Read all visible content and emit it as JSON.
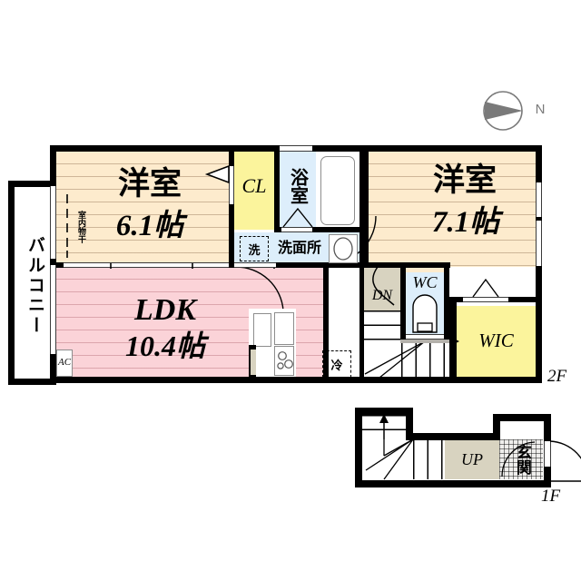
{
  "compass": {
    "label": "N",
    "icon": "compass-arrow-icon",
    "direction": "right"
  },
  "floors": [
    {
      "id": "2f",
      "label": "2F",
      "rooms": [
        {
          "name": "western-room-left",
          "label": "洋室",
          "size": "6.1帖",
          "type": "bedroom",
          "color": "#fdebcd"
        },
        {
          "name": "western-room-right",
          "label": "洋室",
          "size": "7.1帖",
          "type": "bedroom",
          "color": "#fdebcd"
        },
        {
          "name": "ldk",
          "label": "LDK",
          "size": "10.4帖",
          "type": "living-dining-kitchen",
          "color": "#fbd3d8"
        },
        {
          "name": "balcony",
          "label": "バルコニー",
          "type": "balcony",
          "color": "#ffffff"
        },
        {
          "name": "closet",
          "label": "CL",
          "type": "closet",
          "color": "#fbf49c"
        },
        {
          "name": "bathroom",
          "label": "浴室",
          "type": "bath",
          "color": "#ddeefb"
        },
        {
          "name": "washroom",
          "label": "洗面所",
          "type": "washroom",
          "color": "#ddeefb"
        },
        {
          "name": "washer-space",
          "label": "洗",
          "type": "washer",
          "color": "#ddeefb"
        },
        {
          "name": "toilet",
          "label": "WC",
          "type": "toilet",
          "color": "#ddeefb"
        },
        {
          "name": "walk-in-closet",
          "label": "WIC",
          "type": "walk-in-closet",
          "color": "#fbf49c"
        },
        {
          "name": "stairs-down",
          "label": "DN",
          "type": "stairs",
          "color": "#d8d3c0"
        }
      ],
      "annotations": [
        {
          "name": "indoor-laundry-hanger",
          "label": "室内物干"
        },
        {
          "name": "air-conditioner",
          "label": "AC"
        },
        {
          "name": "refrigerator-space",
          "label": "冷"
        }
      ]
    },
    {
      "id": "1f",
      "label": "1F",
      "rooms": [
        {
          "name": "stairs-up",
          "label": "UP",
          "type": "stairs",
          "color": "#d8d3c0"
        },
        {
          "name": "entrance",
          "label": "玄関",
          "type": "entrance",
          "color": "#efeeec"
        }
      ]
    }
  ],
  "colors": {
    "tatami": "#fdebcd",
    "ldk": "#fbd3d8",
    "closet": "#fbf49c",
    "water": "#ddeefb",
    "stairs": "#d8d3c0",
    "wall": "#000000",
    "compass": "#7a7a7a"
  }
}
